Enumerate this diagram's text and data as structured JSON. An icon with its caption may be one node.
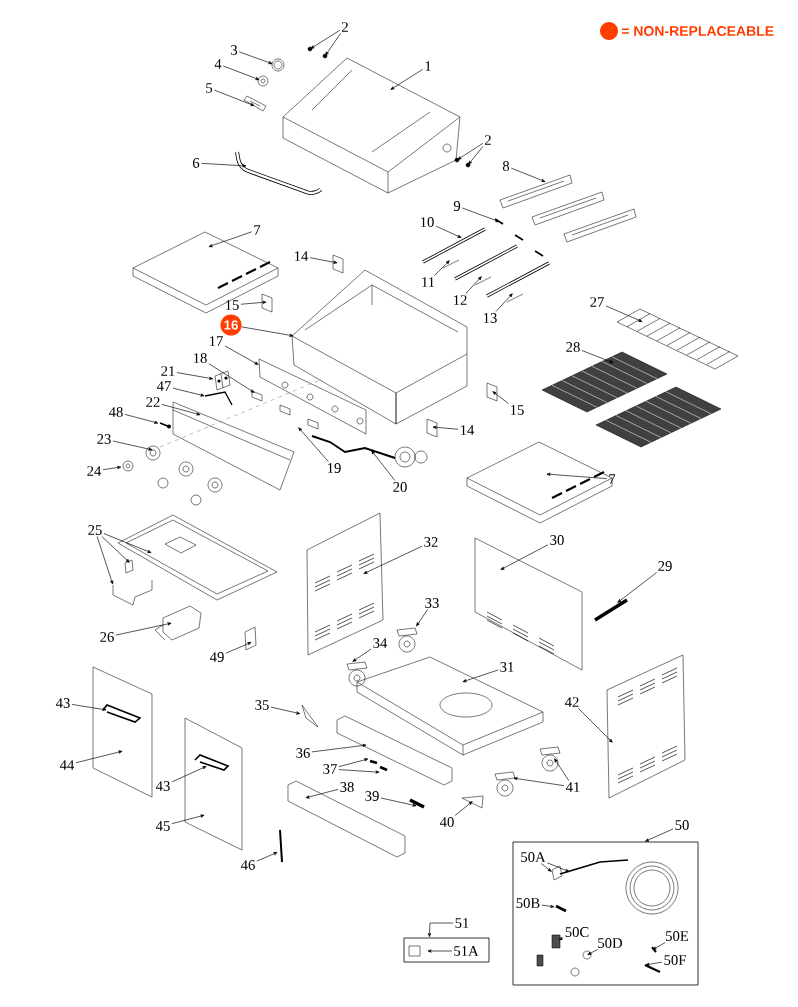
{
  "diagram": {
    "nodes": [
      {
        "text": [
          "1"
        ]
      },
      {
        "text": [
          "2"
        ]
      },
      {
        "text": [
          "3"
        ]
      },
      {
        "text": [
          "4"
        ]
      },
      {
        "text": [
          "5"
        ]
      },
      {
        "text": [
          "6"
        ]
      },
      {
        "text": [
          "2"
        ]
      },
      {
        "text": [
          "7"
        ]
      },
      {
        "text": [
          "8"
        ]
      },
      {
        "text": [
          "9"
        ]
      },
      {
        "text": [
          "10"
        ]
      },
      {
        "text": [
          "14"
        ]
      },
      {
        "text": [
          "11"
        ]
      },
      {
        "text": [
          "12"
        ]
      },
      {
        "text": [
          "27"
        ]
      },
      {
        "text": [
          "15"
        ]
      },
      {
        "text": [
          "13"
        ]
      },
      {
        "text": [
          "16"
        ]
      },
      {
        "text": [
          "17"
        ]
      },
      {
        "text": [
          "28"
        ]
      },
      {
        "text": [
          "18"
        ]
      },
      {
        "text": [
          "21"
        ]
      },
      {
        "text": [
          "47"
        ]
      },
      {
        "text": [
          "22"
        ]
      },
      {
        "text": [
          "15"
        ]
      },
      {
        "text": [
          "48"
        ]
      },
      {
        "text": [
          "14"
        ]
      },
      {
        "text": [
          "23"
        ]
      },
      {
        "text": [
          "19"
        ]
      },
      {
        "text": [
          "24"
        ]
      },
      {
        "text": [
          "7"
        ]
      },
      {
        "text": [
          "20"
        ]
      },
      {
        "text": [
          "25"
        ]
      },
      {
        "text": [
          "30"
        ]
      },
      {
        "text": [
          "32"
        ]
      },
      {
        "text": [
          "29"
        ]
      },
      {
        "text": [
          "33"
        ]
      },
      {
        "text": [
          "26"
        ]
      },
      {
        "text": [
          "34"
        ]
      },
      {
        "text": [
          "49"
        ]
      },
      {
        "text": [
          "31"
        ]
      },
      {
        "text": [
          "42"
        ]
      },
      {
        "text": [
          "43"
        ]
      },
      {
        "text": [
          "35"
        ]
      },
      {
        "text": [
          "36"
        ]
      },
      {
        "text": [
          "44"
        ]
      },
      {
        "text": [
          "43"
        ]
      },
      {
        "text": [
          "37"
        ]
      },
      {
        "text": [
          "41"
        ]
      },
      {
        "text": [
          "38"
        ]
      },
      {
        "text": [
          "39"
        ]
      },
      {
        "text": [
          "40"
        ]
      },
      {
        "text": [
          "45"
        ]
      },
      {
        "text": [
          "50"
        ]
      },
      {
        "text": [],
        "shape": "box"
      },
      {
        "text": [
          "50A"
        ],
        "in": 54
      },
      {
        "text": [
          "50B"
        ],
        "in": 54
      },
      {
        "text": [
          "50C"
        ],
        "in": 54
      },
      {
        "text": [
          "50D"
        ],
        "in": 54
      },
      {
        "text": [
          "50E"
        ],
        "in": 54
      },
      {
        "text": [
          "50F"
        ],
        "in": 54
      },
      {
        "text": [
          "46"
        ]
      },
      {
        "text": [
          "51"
        ]
      },
      {
        "text": [],
        "shape": "box"
      },
      {
        "text": [
          "51A"
        ],
        "in": 63
      },
      {
        "text": [],
        "shape": "picture"
      },
      {
        "text": [],
        "shape": "picture"
      },
      {
        "text": [],
        "shape": "picture"
      },
      {
        "text": [],
        "shape": "picture"
      },
      {
        "text": [],
        "shape": "picture"
      },
      {
        "text": [],
        "shape": "picture"
      }
    ],
    "edges": [
      {
        "from": 0,
        "to": null,
        "arrow": "to"
      },
      {
        "from": 1,
        "to": null,
        "arrow": "to"
      },
      {
        "from": 1,
        "to": null,
        "arrow": "to"
      },
      {
        "from": 2,
        "to": null,
        "arrow": "to"
      },
      {
        "from": 3,
        "to": null,
        "arrow": "to"
      },
      {
        "from": 4,
        "to": null,
        "arrow": "to"
      },
      {
        "from": 5,
        "to": null,
        "arrow": "to"
      },
      {
        "from": 6,
        "to": null,
        "arrow": "to"
      },
      {
        "from": 6,
        "to": null,
        "arrow": "to"
      },
      {
        "from": 7,
        "to": null,
        "arrow": "to"
      },
      {
        "from": 8,
        "to": null,
        "arrow": "to"
      },
      {
        "from": 9,
        "to": null,
        "arrow": "to"
      },
      {
        "from": 10,
        "to": null,
        "arrow": "to"
      },
      {
        "from": 11,
        "to": null,
        "arrow": "to"
      },
      {
        "from": 12,
        "to": null,
        "arrow": "to"
      },
      {
        "from": 13,
        "to": null,
        "arrow": "to"
      },
      {
        "from": 14,
        "to": null,
        "arrow": "to"
      },
      {
        "from": 15,
        "to": null,
        "arrow": "to"
      },
      {
        "from": 16,
        "to": null,
        "arrow": "to"
      },
      {
        "from": 17,
        "to": null,
        "arrow": "to"
      },
      {
        "from": 18,
        "to": null,
        "arrow": "to"
      },
      {
        "from": 19,
        "to": null,
        "arrow": "to"
      },
      {
        "from": 20,
        "to": null,
        "arrow": "to"
      },
      {
        "from": 21,
        "to": 65,
        "arrow": "to"
      },
      {
        "from": 22,
        "to": null,
        "arrow": "to"
      },
      {
        "from": 23,
        "to": null,
        "arrow": "to"
      },
      {
        "from": 24,
        "to": null,
        "arrow": "to"
      },
      {
        "from": 25,
        "to": 66,
        "arrow": "to"
      },
      {
        "from": 26,
        "to": null,
        "arrow": "to"
      },
      {
        "from": 27,
        "to": null,
        "arrow": "to"
      },
      {
        "from": 28,
        "to": null,
        "arrow": "to"
      },
      {
        "from": 29,
        "to": 67,
        "arrow": "to"
      },
      {
        "from": 30,
        "to": null,
        "arrow": "to"
      },
      {
        "from": 31,
        "to": null,
        "arrow": "to"
      },
      {
        "from": 32,
        "to": null,
        "arrow": "to"
      },
      {
        "from": 32,
        "to": null,
        "arrow": "to"
      },
      {
        "from": 32,
        "to": null,
        "arrow": "to"
      },
      {
        "from": 33,
        "to": null,
        "arrow": "to"
      },
      {
        "from": 34,
        "to": null,
        "arrow": "to"
      },
      {
        "from": 35,
        "to": null,
        "arrow": "to"
      },
      {
        "from": 36,
        "to": 68,
        "arrow": "to"
      },
      {
        "from": 37,
        "to": null,
        "arrow": "to"
      },
      {
        "from": 38,
        "to": null,
        "arrow": "to"
      },
      {
        "from": 39,
        "to": null,
        "arrow": "to"
      },
      {
        "from": 40,
        "to": null,
        "arrow": "to"
      },
      {
        "from": 41,
        "to": null,
        "arrow": "to"
      },
      {
        "from": 42,
        "to": null,
        "arrow": "to"
      },
      {
        "from": 43,
        "to": 69,
        "arrow": "to"
      },
      {
        "from": 44,
        "to": null,
        "arrow": "to"
      },
      {
        "from": 45,
        "to": null,
        "arrow": "to"
      },
      {
        "from": 46,
        "to": null,
        "arrow": "to"
      },
      {
        "from": 47,
        "to": 70,
        "arrow": "to"
      },
      {
        "from": 47,
        "to": 70,
        "arrow": "to"
      },
      {
        "from": 48,
        "to": null,
        "arrow": "to"
      },
      {
        "from": 48,
        "to": null,
        "arrow": "to"
      },
      {
        "from": 49,
        "to": null,
        "arrow": "to"
      },
      {
        "from": 50,
        "to": null,
        "arrow": "to"
      },
      {
        "from": 51,
        "to": null,
        "arrow": "to"
      },
      {
        "from": 52,
        "to": null,
        "arrow": "to"
      },
      {
        "from": 53,
        "to": 54,
        "arrow": "to"
      },
      {
        "from": 55,
        "to": null,
        "arrow": "to"
      },
      {
        "from": 55,
        "to": null,
        "arrow": "to"
      },
      {
        "from": 56,
        "to": null,
        "arrow": "to"
      },
      {
        "from": 57,
        "to": null,
        "arrow": "to"
      },
      {
        "from": 58,
        "to": null,
        "arrow": "to"
      },
      {
        "from": 59,
        "to": null,
        "arrow": "to"
      },
      {
        "from": 60,
        "to": null,
        "arrow": "to"
      },
      {
        "from": 61,
        "to": null,
        "arrow": "to"
      },
      {
        "from": 62,
        "to": 63,
        "arrow": "to"
      },
      {
        "from": 64,
        "to": null,
        "arrow": "to"
      }
    ],
    "legend": [
      {
        "text": "= NON-REPLACEABLE",
        "color": "#ff3d00"
      }
    ]
  }
}
